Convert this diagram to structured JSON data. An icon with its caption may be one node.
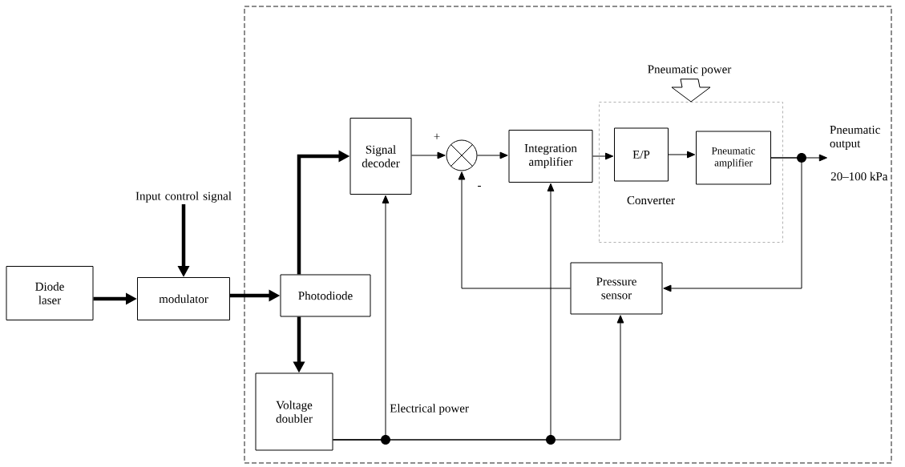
{
  "diagram": {
    "nodes": [
      {
        "text": [],
        "shape": "box"
      },
      {
        "text": [
          "Diode laser"
        ]
      },
      {
        "text": [
          "modulator"
        ]
      },
      {
        "text": [
          "Input control signal"
        ]
      },
      {
        "text": [
          "Photodiode"
        ],
        "in": 0
      },
      {
        "text": [
          "Signal decoder"
        ],
        "in": 0
      },
      {
        "text": [
          "Voltage doubler"
        ],
        "in": 0
      },
      {
        "text": [],
        "shape": "circle",
        "in": 0
      },
      {
        "text": [
          "Integration amplifier"
        ],
        "in": 0
      },
      {
        "text": [
          "Converter"
        ],
        "in": 0
      },
      {
        "text": [
          "E/P"
        ],
        "in": 9
      },
      {
        "text": [
          "Pneumatic amplifier"
        ],
        "in": 9
      },
      {
        "text": [
          "Pneumatic power"
        ],
        "in": 0
      },
      {
        "text": [
          "Pressure sensor"
        ],
        "in": 0
      },
      {
        "text": [
          "Pneumatic output"
        ],
        "beside": [
          "20–100 kPa"
        ],
        "in": 0
      }
    ],
    "edges": [
      {
        "from": 1,
        "to": 2,
        "arrow": "to",
        "style": "thick"
      },
      {
        "from": 3,
        "to": 2,
        "arrow": "to",
        "style": "thick"
      },
      {
        "from": 2,
        "to": 4,
        "arrow": "to",
        "style": "thick"
      },
      {
        "from": 4,
        "to": 5,
        "arrow": "to",
        "style": "thick"
      },
      {
        "from": 4,
        "to": 6,
        "arrow": "to",
        "style": "thick"
      },
      {
        "from": 5,
        "to": 7,
        "arrow": "to"
      },
      {
        "from": 7,
        "to": 8,
        "arrow": "to"
      },
      {
        "from": 8,
        "to": 10,
        "arrow": "to"
      },
      {
        "from": 10,
        "to": 11,
        "arrow": "to"
      },
      {
        "from": 11,
        "to": 14,
        "arrow": "to"
      },
      {
        "from": 11,
        "to": 13,
        "arrow": "to"
      },
      {
        "from": 13,
        "to": 7,
        "arrow": "to"
      },
      {
        "from": 6,
        "to": 5,
        "arrow": "to"
      },
      {
        "from": 6,
        "to": 8,
        "arrow": "to"
      },
      {
        "from": 6,
        "to": 13,
        "arrow": "to"
      },
      {
        "from": 12,
        "to": 9,
        "arrow": "to"
      }
    ],
    "labels": [
      "+",
      "-",
      "Electrical power"
    ]
  }
}
